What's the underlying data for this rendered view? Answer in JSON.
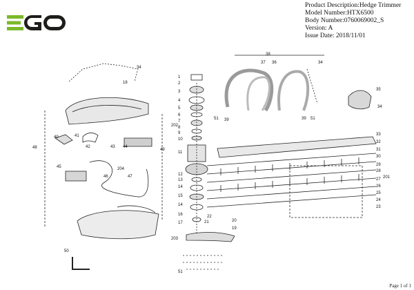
{
  "header": {
    "product_description": "Product Description:Hedge Trimmer",
    "model_number": "Model Number:HTX6500",
    "body_number": "Body Number:0760069002_S",
    "version": "Version: A",
    "issue_date": "Issue Date: 2018/11/01"
  },
  "logo": {
    "icon": "ego-logo",
    "text": "EGO",
    "colors": {
      "green": "#7ab929",
      "dark": "#1d1d1b"
    }
  },
  "footer": {
    "page": "Page 1 of 1"
  },
  "callouts": [
    "1",
    "2",
    "3",
    "4",
    "5",
    "6",
    "7",
    "8",
    "9",
    "10",
    "11",
    "12",
    "13",
    "14",
    "15",
    "16",
    "17",
    "18",
    "19",
    "20",
    "21",
    "22",
    "23",
    "24",
    "25",
    "26",
    "27",
    "28",
    "29",
    "30",
    "31",
    "32",
    "33",
    "34",
    "35",
    "36",
    "37",
    "38",
    "39",
    "40",
    "41",
    "42",
    "43",
    "44",
    "45",
    "46",
    "47",
    "48",
    "49",
    "50",
    "51",
    "201",
    "202",
    "203",
    "204"
  ]
}
